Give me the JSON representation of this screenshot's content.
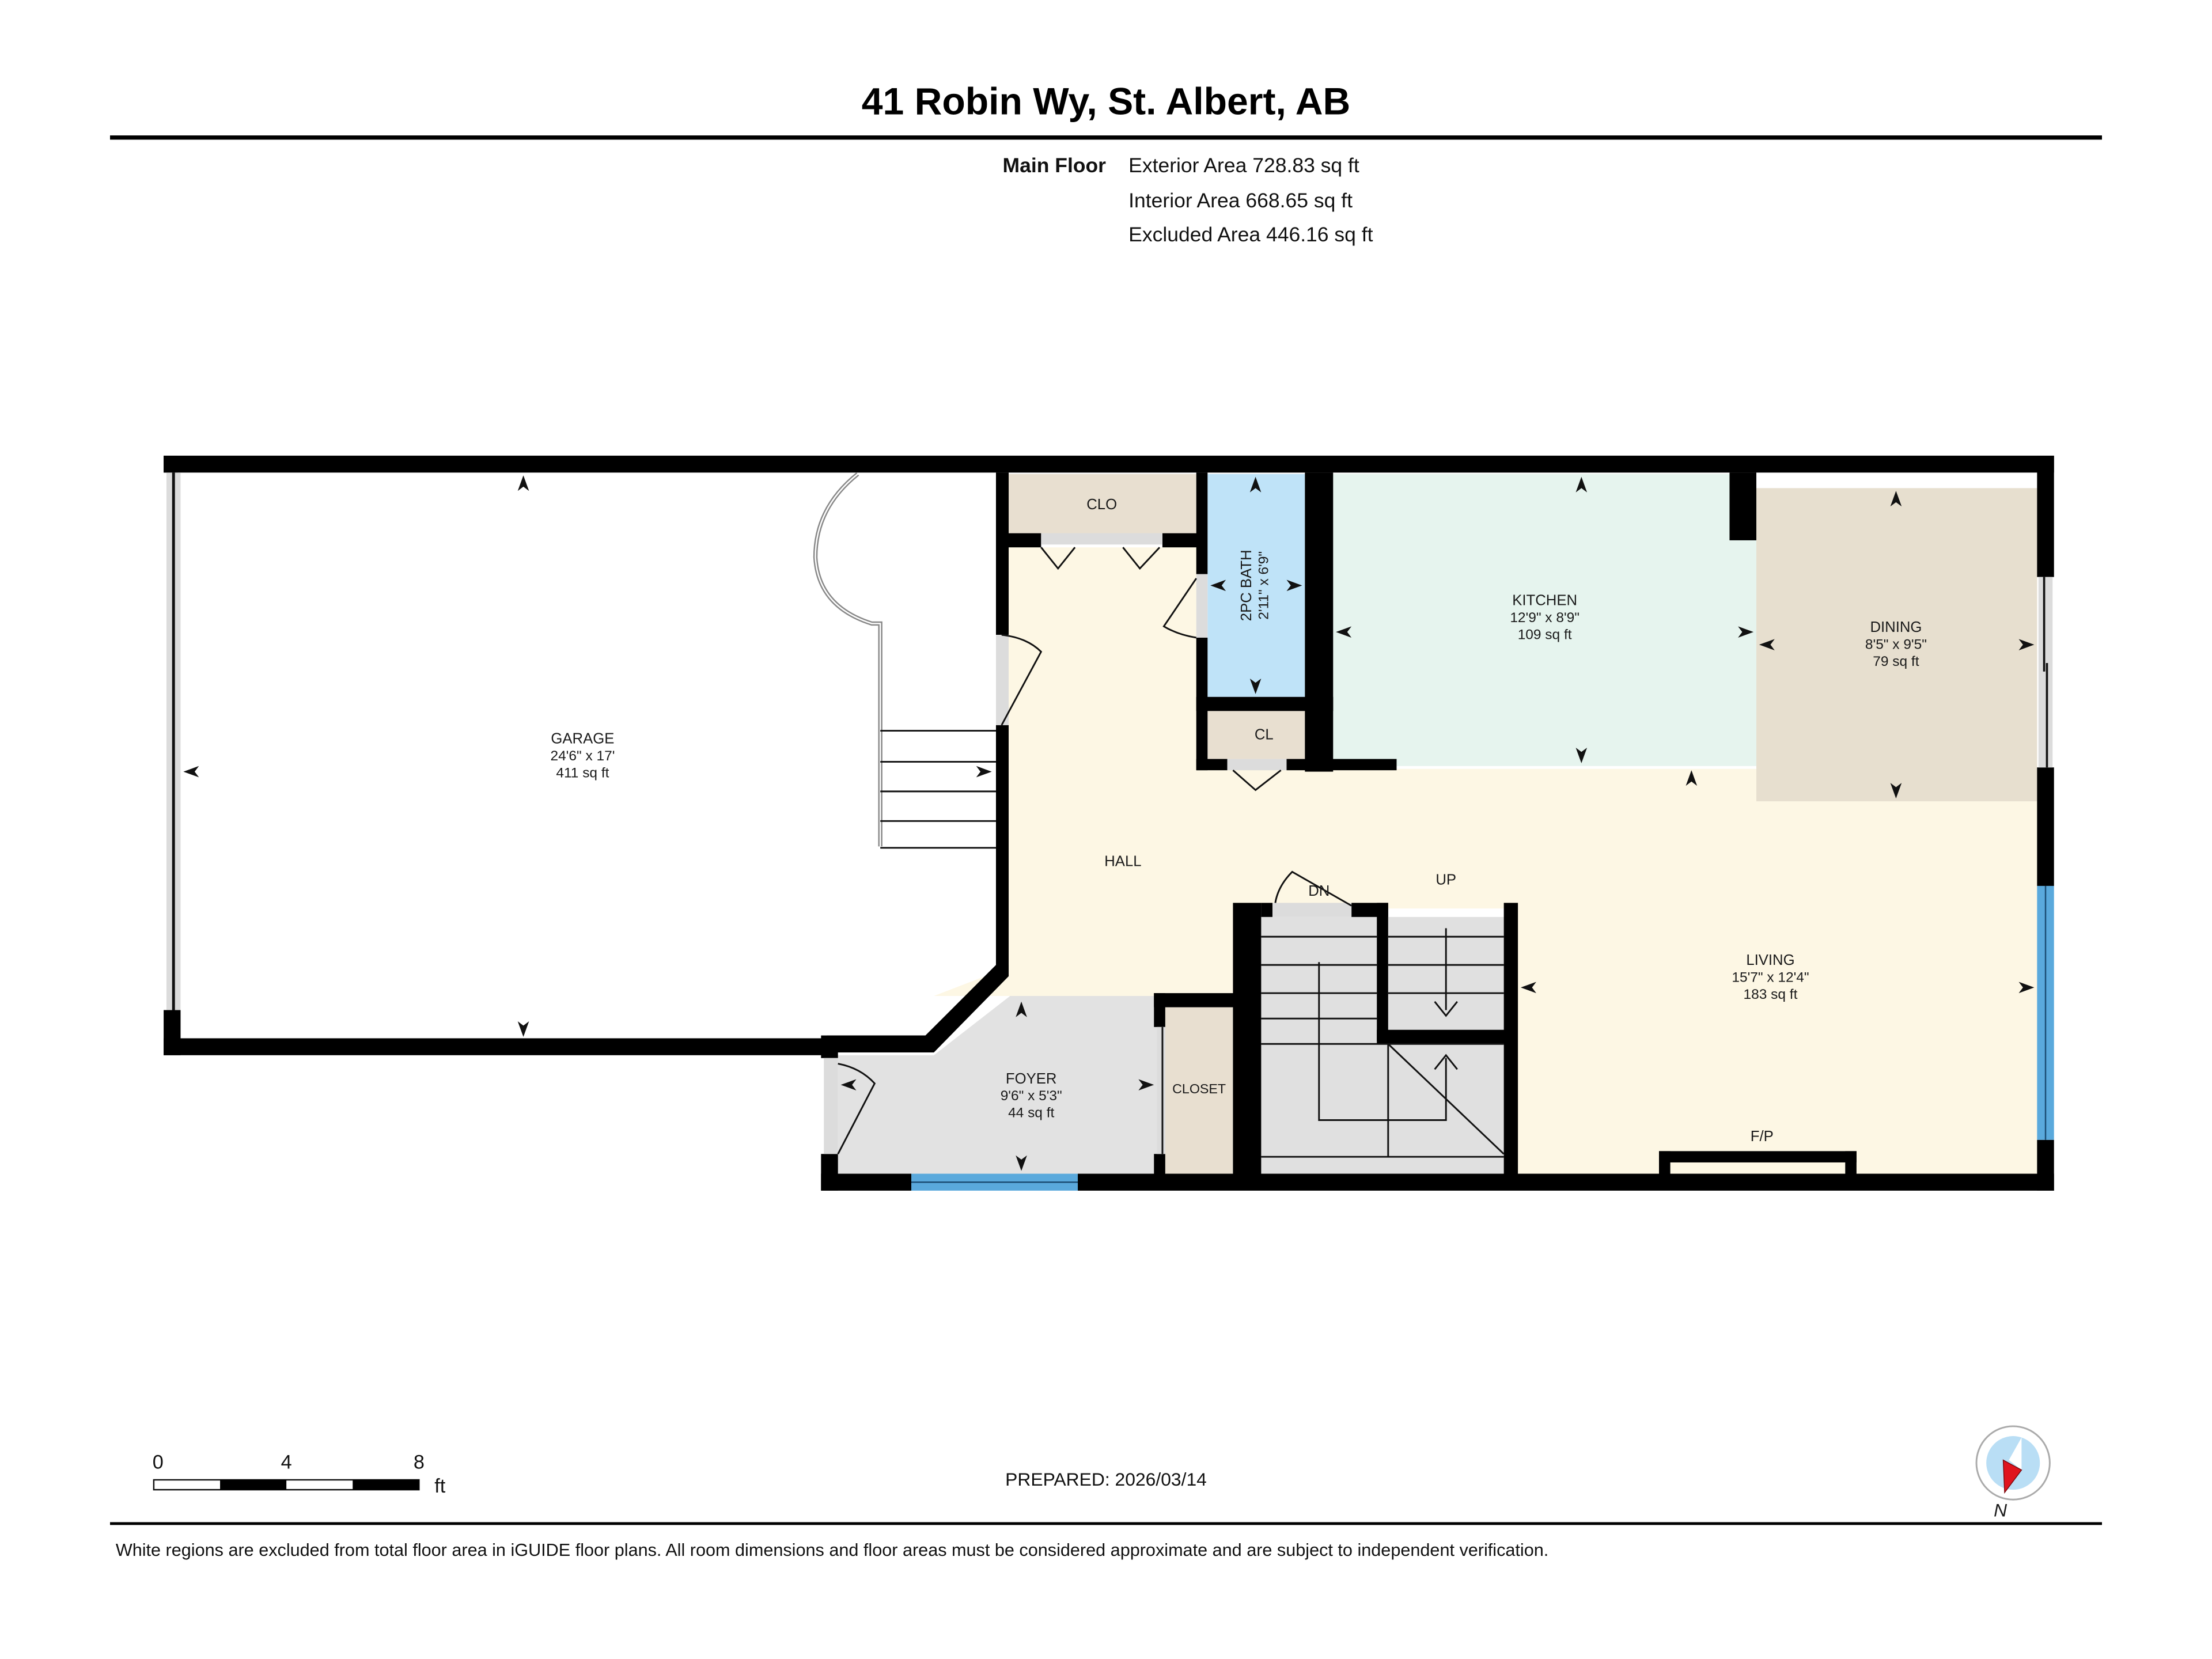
{
  "header": {
    "title": "41 Robin Wy, St. Albert, AB"
  },
  "floor_summary": {
    "floor_name": "Main Floor",
    "exterior_area": "Exterior Area 728.83 sq ft",
    "interior_area": "Interior Area 668.65 sq ft",
    "excluded_area": "Excluded Area 446.16 sq ft"
  },
  "rooms": {
    "garage": {
      "name": "GARAGE",
      "dimensions": "24'6\" x 17'",
      "area": "411 sq ft",
      "color": "#ffffff"
    },
    "clo": {
      "name": "CLO",
      "color": "#e8dfd0"
    },
    "bath": {
      "name": "2PC BATH",
      "dimensions": "2'11\" x 6'9\"",
      "color": "#bfe3f8"
    },
    "cl": {
      "name": "CL",
      "color": "#e8dfd0"
    },
    "kitchen": {
      "name": "KITCHEN",
      "dimensions": "12'9\" x 8'9\"",
      "area": "109 sq ft",
      "color": "#e6f4ee"
    },
    "dining": {
      "name": "DINING",
      "dimensions": "8'5\" x 9'5\"",
      "area": "79 sq ft",
      "color": "#e7dfcf"
    },
    "hall": {
      "name": "HALL",
      "color": "#fdf7e4"
    },
    "living": {
      "name": "LIVING",
      "dimensions": "15'7\" x 12'4\"",
      "area": "183 sq ft",
      "color": "#fdf7e4"
    },
    "foyer": {
      "name": "FOYER",
      "dimensions": "9'6\" x 5'3\"",
      "area": "44 sq ft",
      "color": "#e2e2e2"
    },
    "closet": {
      "name": "CLOSET",
      "color": "#e8dfd0"
    }
  },
  "stairs": {
    "down_label": "DN",
    "up_label": "UP",
    "color": "#e0e0e0"
  },
  "fixtures": {
    "fireplace_label": "F/P"
  },
  "colors": {
    "wall": "#000000",
    "window": "#5aa9dc",
    "compass_fill": "#b9def5",
    "compass_needle": "#e0141e"
  },
  "scale_bar": {
    "ticks": [
      "0",
      "4",
      "8"
    ],
    "unit": "ft"
  },
  "compass": {
    "label": "N"
  },
  "footer": {
    "prepared": "PREPARED: 2026/03/14",
    "disclaimer": "White regions are excluded from total floor area in iGUIDE floor plans. All room dimensions and floor areas must be considered approximate and are subject to independent verification."
  }
}
